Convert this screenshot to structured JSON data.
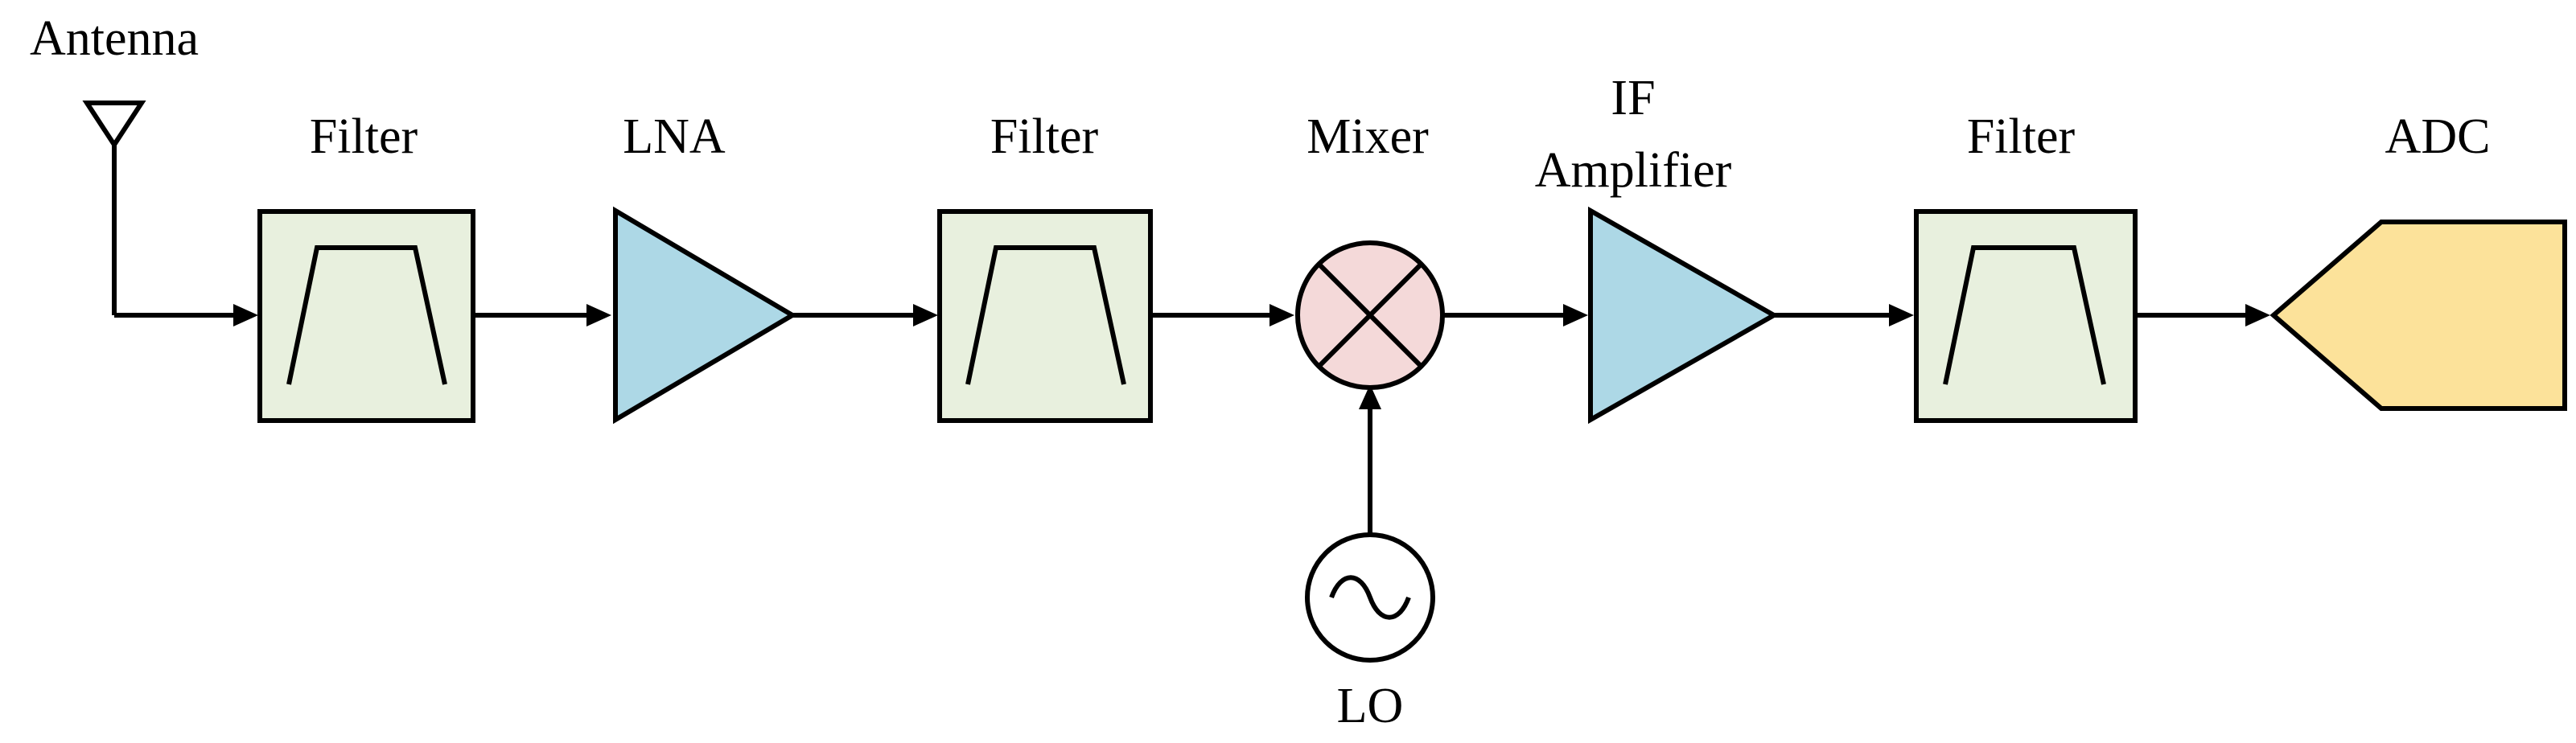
{
  "labels": {
    "antenna": "Antenna",
    "filter1": "Filter",
    "lna": "LNA",
    "filter2": "Filter",
    "mixer": "Mixer",
    "if_line1": "IF",
    "if_line2": "Amplifier",
    "filter3": "Filter",
    "adc": "ADC",
    "lo": "LO"
  },
  "colors": {
    "filter": "#E8F0DE",
    "amplifier": "#ADD8E6",
    "mixer": "#F4D9D9",
    "adc": "#FCE29A",
    "line": "#000000"
  }
}
